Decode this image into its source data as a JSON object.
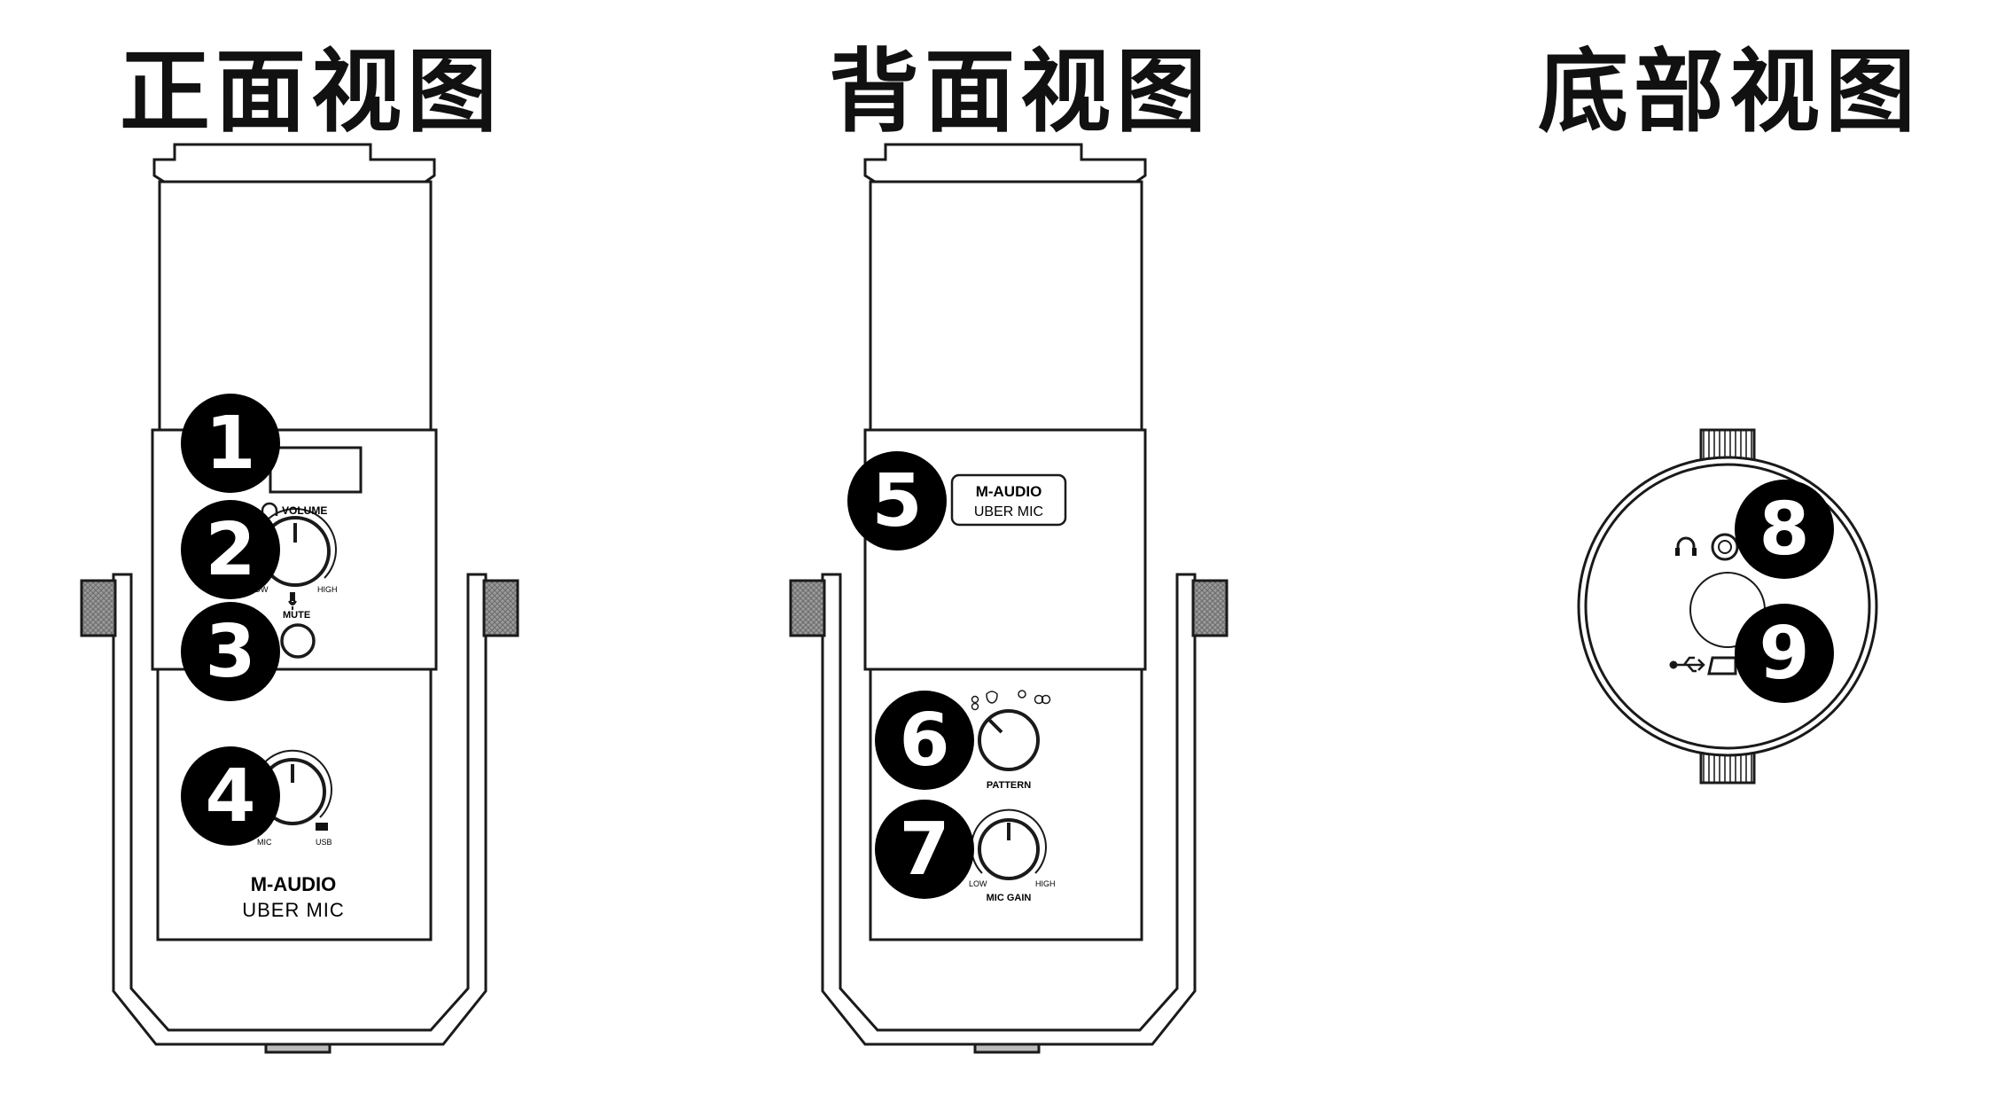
{
  "headings": {
    "front": "正面视图",
    "back": "背面视图",
    "bottom": "底部视图"
  },
  "front": {
    "callouts": [
      "1",
      "2",
      "3",
      "4"
    ],
    "volume_label": "VOLUME",
    "volume_low": "LOW",
    "volume_high": "HIGH",
    "mute_label": "MUTE",
    "mix_mic": "MIC",
    "mix_usb": "USB",
    "brand": "M-AUDIO",
    "model": "UBER MIC"
  },
  "back": {
    "callouts": [
      "5",
      "6",
      "7"
    ],
    "badge_brand": "M-AUDIO",
    "badge_model": "UBER MIC",
    "pattern_label": "PATTERN",
    "gain_label": "MIC GAIN",
    "gain_low": "LOW",
    "gain_high": "HIGH"
  },
  "bottom": {
    "callouts": [
      "8",
      "9"
    ]
  },
  "icons": [
    "headphone-icon",
    "microphone-icon",
    "monitor-icon",
    "usb-icon",
    "cardioid-icon",
    "omni-icon",
    "figure-eight-icon",
    "stereo-icon"
  ]
}
